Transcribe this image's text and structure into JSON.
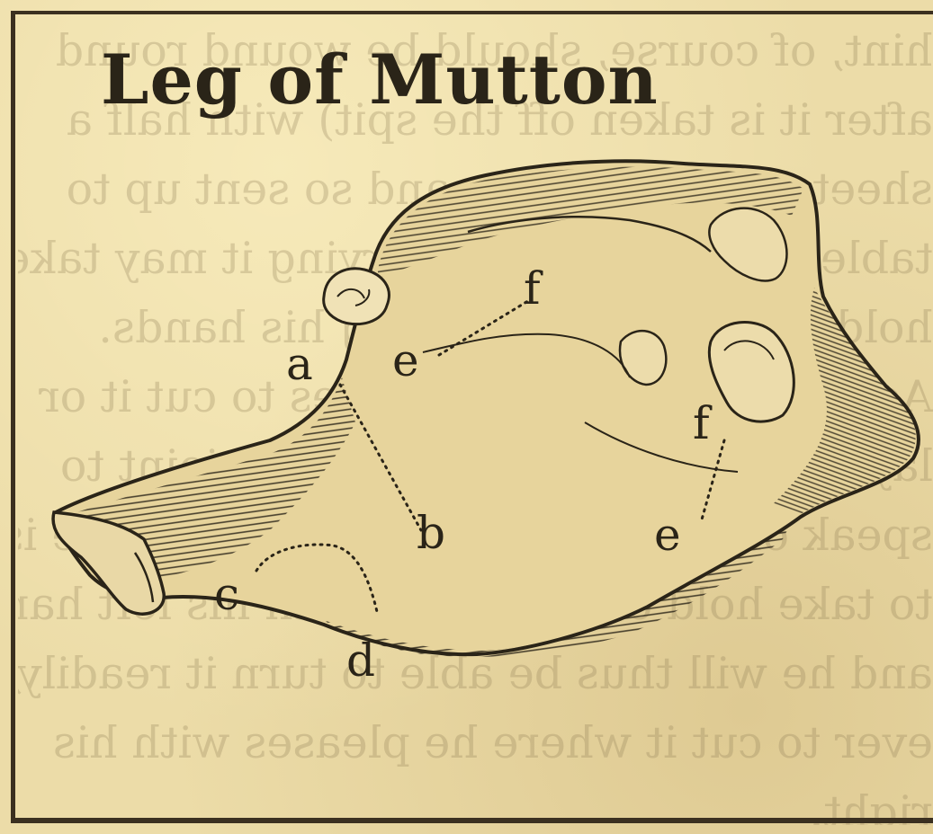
{
  "title": "Leg of Mutton",
  "labels": {
    "a": "a",
    "b": "b",
    "c": "c",
    "d": "d",
    "e1": "e",
    "e2": "e",
    "f1": "f",
    "f2": "f"
  },
  "bleed_through": [
    "hint, of course, should be wound round",
    "after it is taken off the spit) with half a",
    "sheet of white paper, and so sent up to",
    "table, that the person carving it may take",
    "hold of it without greasing his hands.",
    "Accordingly, when he wishes to cut it or",
    "lay it,—the ruler being the best joint to",
    "speak on, and with a mark, the knuckle is",
    "to take hold of the shank with his left hand,",
    "and he will thus be able to turn it readily,",
    "ever to cut it where he pleases with his",
    "right."
  ],
  "colors": {
    "paper": "#ecdca8",
    "ink": "#2a2418"
  }
}
